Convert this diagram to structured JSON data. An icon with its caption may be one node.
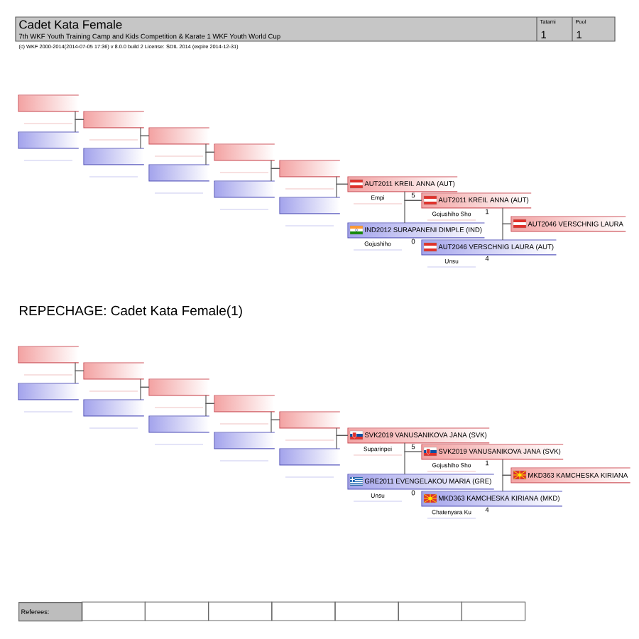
{
  "diagram": {
    "title": "Cadet Kata Female",
    "nodes": [
      {
        "text": [],
        "shape": "box"
      },
      {
        "text": [],
        "shape": "box"
      },
      {
        "text": [],
        "shape": "box"
      },
      {
        "text": [],
        "shape": "box"
      },
      {
        "text": [],
        "shape": "box"
      },
      {
        "text": [],
        "shape": "box"
      },
      {
        "text": [],
        "shape": "box"
      },
      {
        "text": [],
        "shape": "box"
      },
      {
        "text": [],
        "shape": "box"
      },
      {
        "text": [],
        "shape": "box"
      },
      {
        "text": [
          "AUT2011 KREIL ANNA (AUT)"
        ],
        "beside": [
          "Empi",
          "5"
        ]
      },
      {
        "text": [
          "IND2012 SURAPANENI DIMPLE (IND)"
        ],
        "beside": [
          "Gojushiho",
          "0"
        ]
      },
      {
        "text": [
          "AUT2011 KREIL ANNA (AUT)"
        ],
        "beside": [
          "Gojushiho Sho",
          "1"
        ]
      },
      {
        "text": [
          "AUT2046 VERSCHNIG LAURA (AUT)"
        ],
        "beside": [
          "Unsu",
          "4"
        ]
      },
      {
        "text": [
          "AUT2046 VERSCHNIG LAURA"
        ]
      },
      {
        "text": [],
        "shape": "box"
      },
      {
        "text": [],
        "shape": "box"
      },
      {
        "text": [],
        "shape": "box"
      },
      {
        "text": [],
        "shape": "box"
      },
      {
        "text": [],
        "shape": "box"
      },
      {
        "text": [],
        "shape": "box"
      },
      {
        "text": [],
        "shape": "box"
      },
      {
        "text": [],
        "shape": "box"
      },
      {
        "text": [],
        "shape": "box"
      },
      {
        "text": [],
        "shape": "box"
      },
      {
        "text": [
          "SVK2019 VANUSANIKOVA JANA (SVK)"
        ],
        "beside": [
          "Suparinpei",
          "5"
        ]
      },
      {
        "text": [
          "GRE2011 EVENGELAKOU MARIA (GRE)"
        ],
        "beside": [
          "Unsu",
          "0"
        ]
      },
      {
        "text": [
          "SVK2019 VANUSANIKOVA JANA (SVK)"
        ],
        "beside": [
          "Gojushiho Sho",
          "1"
        ]
      },
      {
        "text": [
          "MKD363 KAMCHESKA KIRIANA (MKD)"
        ],
        "beside": [
          "Chatenyara Ku",
          "4"
        ]
      },
      {
        "text": [
          "MKD363 KAMCHESKA KIRIANA"
        ]
      }
    ],
    "edges": [
      {
        "from": 0,
        "to": 2,
        "arrow": "none"
      },
      {
        "from": 1,
        "to": 2,
        "arrow": "none"
      },
      {
        "from": 2,
        "to": 4,
        "arrow": "none"
      },
      {
        "from": 3,
        "to": 4,
        "arrow": "none"
      },
      {
        "from": 4,
        "to": 6,
        "arrow": "none"
      },
      {
        "from": 5,
        "to": 6,
        "arrow": "none"
      },
      {
        "from": 6,
        "to": 8,
        "arrow": "none"
      },
      {
        "from": 7,
        "to": 8,
        "arrow": "none"
      },
      {
        "from": 8,
        "to": 10,
        "arrow": "none"
      },
      {
        "from": 9,
        "to": 10,
        "arrow": "none"
      },
      {
        "from": 10,
        "to": 12,
        "arrow": "none"
      },
      {
        "from": 11,
        "to": 12,
        "arrow": "none"
      },
      {
        "from": 12,
        "to": 14,
        "arrow": "none"
      },
      {
        "from": 13,
        "to": 14,
        "arrow": "none"
      },
      {
        "from": 15,
        "to": 17,
        "arrow": "none"
      },
      {
        "from": 16,
        "to": 17,
        "arrow": "none"
      },
      {
        "from": 17,
        "to": 19,
        "arrow": "none"
      },
      {
        "from": 18,
        "to": 19,
        "arrow": "none"
      },
      {
        "from": 19,
        "to": 21,
        "arrow": "none"
      },
      {
        "from": 20,
        "to": 21,
        "arrow": "none"
      },
      {
        "from": 21,
        "to": 23,
        "arrow": "none"
      },
      {
        "from": 22,
        "to": 23,
        "arrow": "none"
      },
      {
        "from": 23,
        "to": 25,
        "arrow": "none"
      },
      {
        "from": 24,
        "to": 25,
        "arrow": "none"
      },
      {
        "from": 25,
        "to": 27,
        "arrow": "none"
      },
      {
        "from": 26,
        "to": 27,
        "arrow": "none"
      },
      {
        "from": 27,
        "to": 29,
        "arrow": "none"
      },
      {
        "from": 28,
        "to": 29,
        "arrow": "none"
      }
    ],
    "labels": [
      "7th WKF Youth Training Camp and Kids Competition & Karate 1 WKF Youth World Cup",
      "Tatami",
      "1",
      "Pool",
      "1",
      "(c) WKF 2000-2014(2014-07-05 17:36) v 8.0.0 build 2 License: SDIL 2014 (expire 2014-12-31)",
      "REPECHAGE: Cadet Kata Female(1)",
      "Referees:"
    ]
  }
}
